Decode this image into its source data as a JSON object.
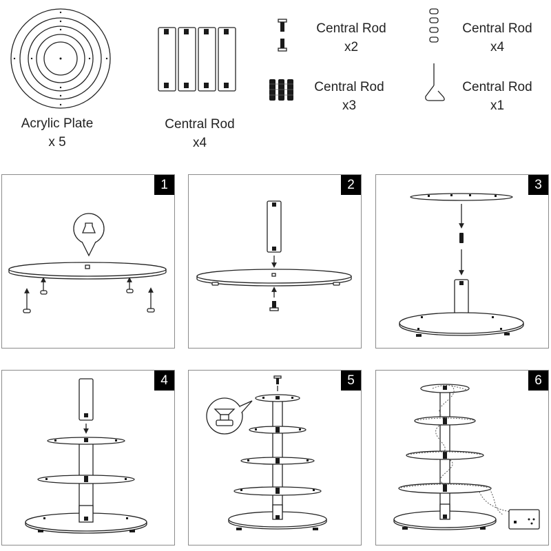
{
  "parts": {
    "acrylic_plate": {
      "name": "Acrylic Plate",
      "qty": "x 5"
    },
    "rod_long": {
      "name": "Central Rod",
      "qty": "x4"
    },
    "screw": {
      "name": "Central Rod",
      "qty": "x2"
    },
    "connector": {
      "name": "Central Rod",
      "qty": "x3"
    },
    "foot": {
      "name": "Central Rod",
      "qty": "x4"
    },
    "hook": {
      "name": "Central Rod",
      "qty": "x1"
    }
  },
  "steps": [
    "1",
    "2",
    "3",
    "4",
    "5",
    "6"
  ]
}
